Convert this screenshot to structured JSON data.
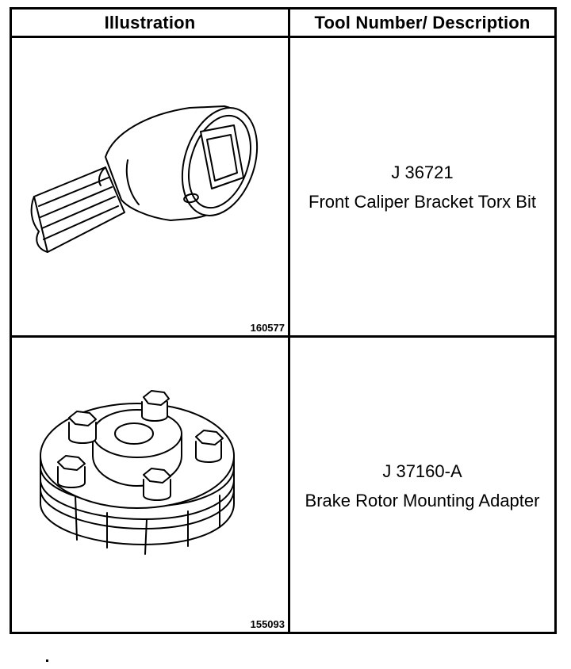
{
  "table": {
    "headers": {
      "illustration": "Illustration",
      "tool_description": "Tool Number/ Description"
    },
    "rows": [
      {
        "figure_number": "160577",
        "tool_number": "J 36721",
        "description": "Front Caliper Bracket Torx Bit",
        "icon": "torx-bit-icon"
      },
      {
        "figure_number": "155093",
        "tool_number": "J 37160-A",
        "description": "Brake Rotor Mounting Adapter",
        "icon": "rotor-adapter-icon"
      }
    ]
  }
}
